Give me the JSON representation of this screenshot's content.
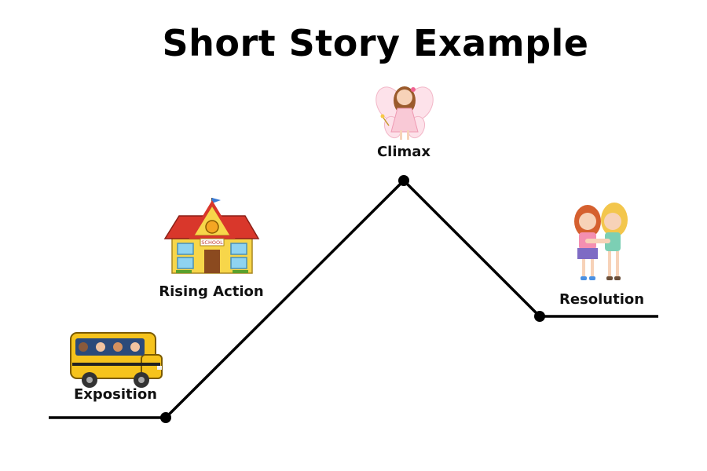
{
  "title": "Short Story Example",
  "stages": {
    "exposition": "Exposition",
    "rising_action": "Rising Action",
    "climax": "Climax",
    "resolution": "Resolution"
  },
  "bus_sign": "SCHOOL",
  "colors": {
    "line": "#000000",
    "title": "#000000",
    "bus_yellow": "#f6c31c",
    "school_roof": "#d9372b",
    "school_wall": "#f7d64a",
    "fairy_dress": "#f9c9d6",
    "girl_hair_red": "#d5602f",
    "girl_hair_blond": "#f3c64c"
  },
  "icons": [
    "school-bus-icon",
    "school-building-icon",
    "fairy-icon",
    "hugging-girls-icon"
  ]
}
